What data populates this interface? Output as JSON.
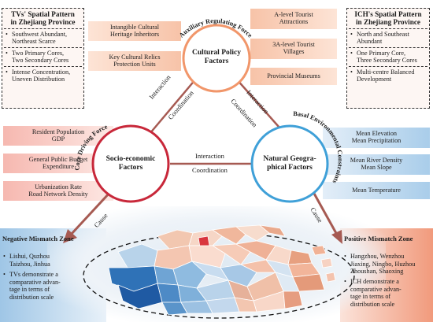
{
  "colors": {
    "red_circle": "#c8283a",
    "orange_circle": "#f1966a",
    "blue_circle": "#3fa0d8",
    "arrow_brown": "#a65a52",
    "pink_label": "#f7c9c3",
    "orange_label": "#fbd8c4",
    "blue_label": "#b8d6ee"
  },
  "tvs_box": {
    "title_line1": "TVs' Spatial Pattern",
    "title_line2": "in Zhejiang Province",
    "items": [
      {
        "line1": "Southwest Abundant,",
        "line2": "Northeast Scarce"
      },
      {
        "line1": "Two Primary Cores,",
        "line2": "Two Secondary Cores"
      },
      {
        "line1": "Intense Concentration,",
        "line2": "Uneven Distribution"
      }
    ]
  },
  "ich_box": {
    "title_line1": "ICH's Spatial Pattern",
    "title_line2": "in Zhejiang Province",
    "items": [
      {
        "line1": "North and Southeast",
        "line2": "Abundant"
      },
      {
        "line1": "One Primary Core,",
        "line2": "Three Secondary Cores"
      },
      {
        "line1": "Multi-centre Balanced",
        "line2": "Development"
      }
    ]
  },
  "cultural": {
    "title_line1": "Cultural Policy",
    "title_line2": "Factors",
    "arc_label": "Auxiliary Regulating Force",
    "left_items": [
      {
        "line1": "Intangible Cultural",
        "line2": "Heritage Inheritors"
      },
      {
        "line1": "Key Cultural Relics",
        "line2": "Protection Units"
      }
    ],
    "right_items": [
      {
        "line1": "A-level Tourist",
        "line2": "Attractions"
      },
      {
        "line1": "3A-level Tourist",
        "line2": "Villages"
      },
      {
        "line1": "Provincial Museums",
        "line2": ""
      }
    ]
  },
  "socio": {
    "title_line1": "Socio-economic",
    "title_line2": "Factors",
    "arc_label": "Core Driving Force",
    "items": [
      {
        "line1": "Resident Population",
        "line2": "GDP"
      },
      {
        "line1": "General Public Budget",
        "line2": "Expenditure"
      },
      {
        "line1": "Urbanization Rate",
        "line2": "Road Network Density"
      }
    ]
  },
  "natural": {
    "title_line1": "Natural Geogra-",
    "title_line2": "phical Factors",
    "arc_label": "Basal Environmental Constraints",
    "items": [
      {
        "line1": "Mean Elevation",
        "line2": "Mean Precipitation"
      },
      {
        "line1": "Mean River Density",
        "line2": "Mean Slope"
      },
      {
        "line1": "Mean Temperature",
        "line2": ""
      }
    ]
  },
  "links": {
    "interaction": "Interaction",
    "coordination": "Coordination",
    "cause": "Cause"
  },
  "negative_zone": {
    "title": "Negative Mismatch Zone",
    "items": [
      {
        "lines": [
          "Lishui, Quzhou",
          "Taizhou, Jinhua"
        ]
      },
      {
        "lines": [
          "TVs demonstrate a",
          "comparative advan-",
          "tage in terms of",
          "distribution scale"
        ]
      }
    ]
  },
  "positive_zone": {
    "title": "Positive Mismatch Zone",
    "items": [
      {
        "lines": [
          "Hangzhou, Wenzhou",
          "Jiaxing, Ningbo, Huzhou",
          "Zhoushan, Shaoxing"
        ]
      },
      {
        "lines": [
          "ICH demonstrate a",
          "comparative advan-",
          "tage in terms of",
          "distribution scale"
        ]
      }
    ]
  }
}
